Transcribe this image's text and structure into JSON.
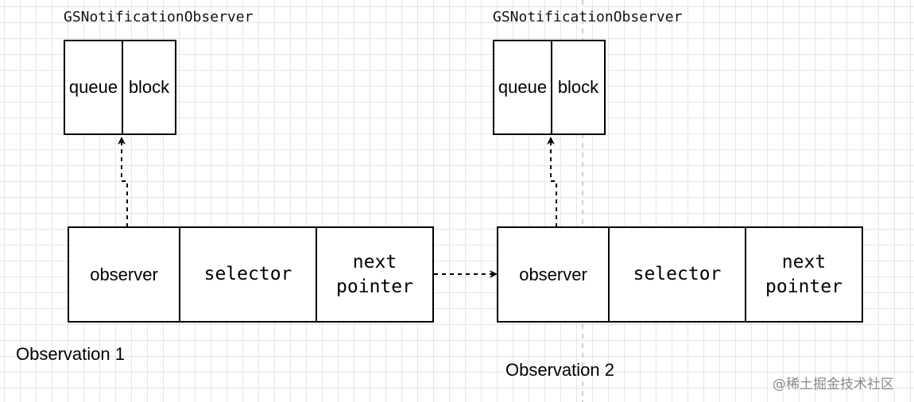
{
  "observers": [
    {
      "title": "GSNotificationObserver",
      "cells": [
        "queue",
        "block"
      ]
    },
    {
      "title": "GSNotificationObserver",
      "cells": [
        "queue",
        "block"
      ]
    }
  ],
  "observations": [
    {
      "caption": "Observation 1",
      "cells": {
        "observer": "observer",
        "selector": "selector",
        "next": "next\npointer"
      }
    },
    {
      "caption": "Observation 2",
      "cells": {
        "observer": "observer",
        "selector": "selector",
        "next": "next\npointer"
      }
    }
  ],
  "watermark": "@稀土掘金技术社区"
}
